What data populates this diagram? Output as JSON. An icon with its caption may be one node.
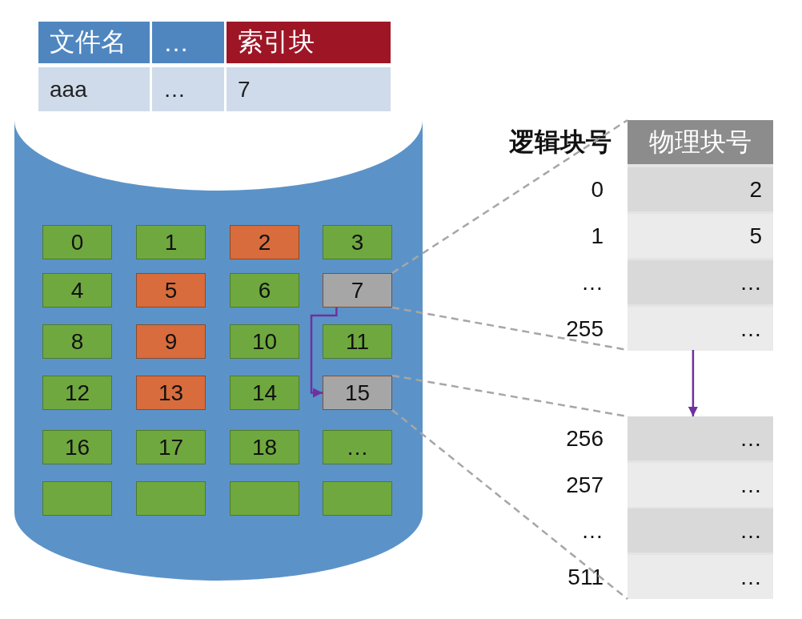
{
  "diagram": {
    "nodes": [
      {
        "text": [],
        "shape": "cylinder"
      },
      {
        "text": [
          "0"
        ],
        "in": 0
      },
      {
        "text": [
          "1"
        ],
        "in": 0
      },
      {
        "text": [
          "2"
        ],
        "in": 0
      },
      {
        "text": [
          "3"
        ],
        "in": 0
      },
      {
        "text": [
          "4"
        ],
        "in": 0
      },
      {
        "text": [
          "5"
        ],
        "in": 0
      },
      {
        "text": [
          "6"
        ],
        "in": 0
      },
      {
        "text": [
          "7"
        ],
        "in": 0
      },
      {
        "text": [
          "8"
        ],
        "in": 0
      },
      {
        "text": [
          "9"
        ],
        "in": 0
      },
      {
        "text": [
          "10"
        ],
        "in": 0
      },
      {
        "text": [
          "11"
        ],
        "in": 0
      },
      {
        "text": [
          "12"
        ],
        "in": 0
      },
      {
        "text": [
          "13"
        ],
        "in": 0
      },
      {
        "text": [
          "14"
        ],
        "in": 0
      },
      {
        "text": [
          "15"
        ],
        "in": 0
      },
      {
        "text": [
          "16"
        ],
        "in": 0
      },
      {
        "text": [
          "17"
        ],
        "in": 0
      },
      {
        "text": [
          "18"
        ],
        "in": 0
      },
      {
        "text": [
          "…"
        ],
        "in": 0
      },
      {
        "text": [],
        "shape": "box",
        "in": 0
      },
      {
        "text": [],
        "shape": "box",
        "in": 0
      },
      {
        "text": [],
        "shape": "box",
        "in": 0
      },
      {
        "text": [],
        "shape": "box",
        "in": 0
      },
      {
        "text": [],
        "shape": "box"
      },
      {
        "text": [],
        "shape": "box"
      }
    ],
    "edges": [
      {
        "from": 8,
        "to": 25,
        "arrow": "none",
        "style": "dashed"
      },
      {
        "from": 8,
        "to": 25,
        "arrow": "none",
        "style": "dashed"
      },
      {
        "from": 8,
        "to": 16,
        "arrow": "to",
        "color": "#7030a0"
      },
      {
        "from": 16,
        "to": 26,
        "arrow": "none",
        "style": "dashed"
      },
      {
        "from": 16,
        "to": 26,
        "arrow": "none",
        "style": "dashed"
      },
      {
        "from": 25,
        "to": 26,
        "arrow": "to",
        "color": "#7030a0"
      }
    ],
    "labels": [
      "文件名",
      "…",
      "索引块",
      "aaa",
      "…",
      "7",
      "逻辑块号",
      "物理块号",
      "0",
      "2",
      "1",
      "5",
      "…",
      "…",
      "255",
      "…",
      "256",
      "…",
      "257",
      "…",
      "…",
      "…",
      "511",
      "…"
    ]
  }
}
